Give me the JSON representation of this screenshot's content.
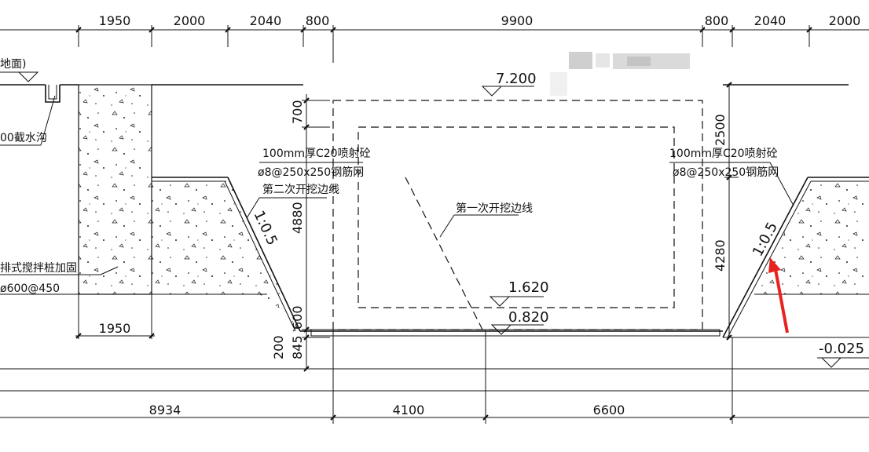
{
  "top_dims": [
    "1950",
    "2000",
    "2040",
    "800",
    "9900",
    "800",
    "2040",
    "2000"
  ],
  "bottom_dims": [
    "8934",
    "4100",
    "6600"
  ],
  "left_bottom_dim": "1950",
  "left_vertical_dims": [
    "700",
    "4880",
    "600",
    "200",
    "845"
  ],
  "right_vertical_dims": [
    "2500",
    "4280"
  ],
  "elevations": {
    "top": "7.200",
    "mid": "1.620",
    "bottom": "0.820",
    "right": "-0.025"
  },
  "labels": {
    "ground": "地面)",
    "ditch": "00截水沟",
    "shotcrete_left": "100mm厚C20喷射砼",
    "mesh_left": "ø8@250x250钢筋网",
    "second_line": "第二次开挖边线",
    "first_line": "第一次开挖边线",
    "slope_left": "1:0.5",
    "slope_right": "1:0.5",
    "pile_1": "排式搅拌桩加固",
    "pile_2": "ø600@450",
    "shotcrete_right": "100mm厚C20喷射砼",
    "mesh_right": "ø8@250x250钢筋网"
  },
  "colors": {
    "arrow": "#e8231f",
    "line": "#111111"
  }
}
